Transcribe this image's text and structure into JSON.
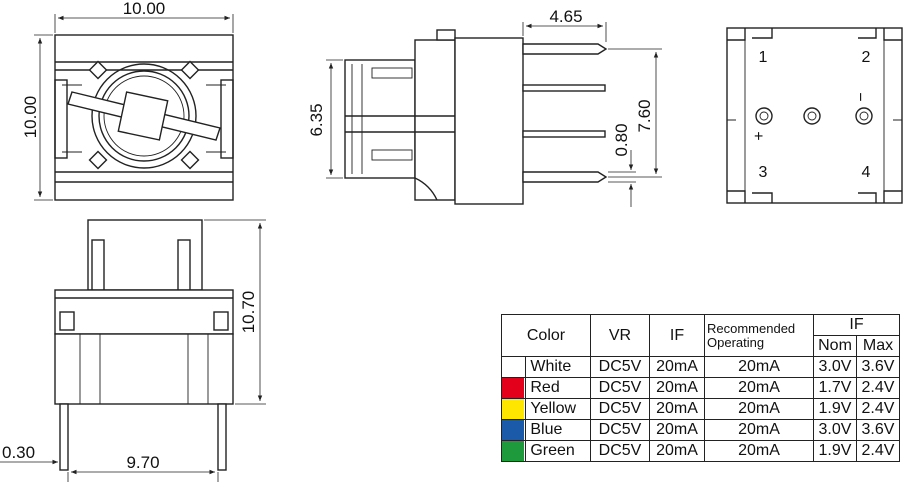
{
  "dimensions": {
    "top_width": "10.00",
    "top_height": "10.00",
    "side_pin_length": "4.65",
    "side_body_height": "6.35",
    "side_pin_span": "7.60",
    "side_pin_width": "0.80",
    "front_height": "10.70",
    "front_pin_thickness": "0.30",
    "front_pin_span": "9.70"
  },
  "pins": {
    "p1": "1",
    "p2": "2",
    "p3": "3",
    "p4": "4",
    "plus": "+",
    "minus": "−"
  },
  "table": {
    "headers": {
      "color": "Color",
      "vr": "VR",
      "if": "IF",
      "recommended": "Recommended",
      "operating": "Operating",
      "if_group": "IF",
      "nom": "Nom",
      "max": "Max"
    },
    "rows": [
      {
        "swatch": "#ffffff",
        "color": "White",
        "vr": "DC5V",
        "if": "20mA",
        "rec": "20mA",
        "nom": "3.0V",
        "max": "3.6V"
      },
      {
        "swatch": "#e3001b",
        "color": "Red",
        "vr": "DC5V",
        "if": "20mA",
        "rec": "20mA",
        "nom": "1.7V",
        "max": "2.4V"
      },
      {
        "swatch": "#ffe600",
        "color": "Yellow",
        "vr": "DC5V",
        "if": "20mA",
        "rec": "20mA",
        "nom": "1.9V",
        "max": "2.4V"
      },
      {
        "swatch": "#1a5aa8",
        "color": "Blue",
        "vr": "DC5V",
        "if": "20mA",
        "rec": "20mA",
        "nom": "3.0V",
        "max": "3.6V"
      },
      {
        "swatch": "#1e9a3c",
        "color": "Green",
        "vr": "DC5V",
        "if": "20mA",
        "rec": "20mA",
        "nom": "1.9V",
        "max": "2.4V"
      }
    ]
  }
}
